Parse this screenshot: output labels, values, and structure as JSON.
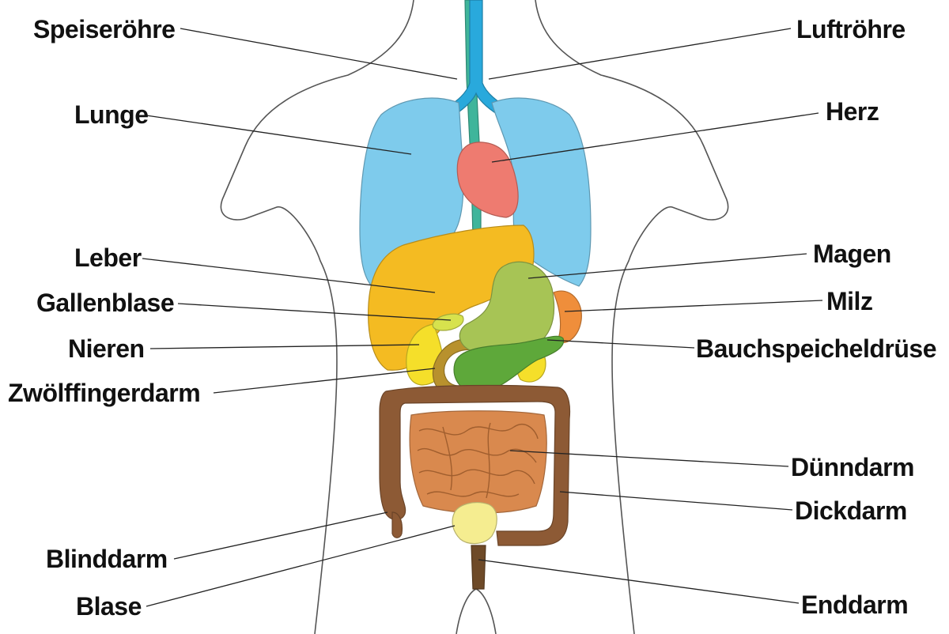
{
  "labels": {
    "speiseroehre": "Speiseröhre",
    "luftroehre": "Luftröhre",
    "lunge": "Lunge",
    "herz": "Herz",
    "leber": "Leber",
    "magen": "Magen",
    "gallenblase": "Gallenblase",
    "milz": "Milz",
    "nieren": "Nieren",
    "bauchspeicheldruese": "Bauchspeicheldrüse",
    "zwoelffingerdarm": "Zwölffingerdarm",
    "duenndarm": "Dünndarm",
    "dickdarm": "Dickdarm",
    "blinddarm": "Blinddarm",
    "blase": "Blase",
    "enddarm": "Enddarm"
  },
  "colors": {
    "lunge": "#7ecbec",
    "luftroehre": "#29a9dc",
    "speiseroehre": "#3fb59b",
    "herz": "#ee7b70",
    "leber": "#f4bb22",
    "magen": "#a7c455",
    "milz": "#ef8e3b",
    "pankreas": "#5ea83a",
    "nieren": "#f5df2a",
    "gallenblase": "#d7e24d",
    "zwoelffingerdarm": "#b8912d",
    "duenndarm": "#d9894e",
    "dickdarm": "#8d5a35",
    "blase": "#f5ed90",
    "enddarm": "#6e4a28"
  }
}
